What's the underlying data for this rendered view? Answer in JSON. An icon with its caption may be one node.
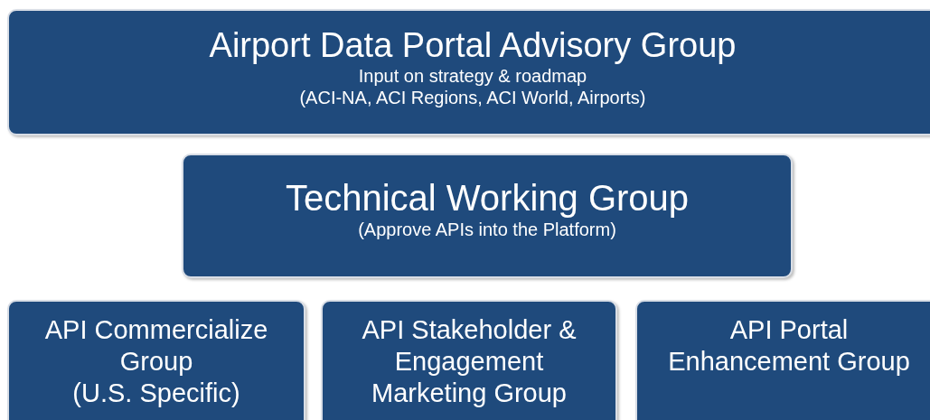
{
  "diagram": {
    "nodes": [
      {
        "text": [
          "Airport Data Portal Advisory Group",
          "Input on strategy & roadmap",
          "(ACI-NA, ACI Regions, ACI World, Airports)"
        ]
      },
      {
        "text": [
          "Technical Working Group",
          "(Approve APIs into the Platform)"
        ]
      },
      {
        "text": [
          "API Commercialize Group",
          "(U.S. Specific)"
        ]
      },
      {
        "text": [
          "API Stakeholder & Engagement Marketing Group"
        ]
      },
      {
        "text": [
          "API Portal Enhancement Group"
        ]
      }
    ]
  }
}
